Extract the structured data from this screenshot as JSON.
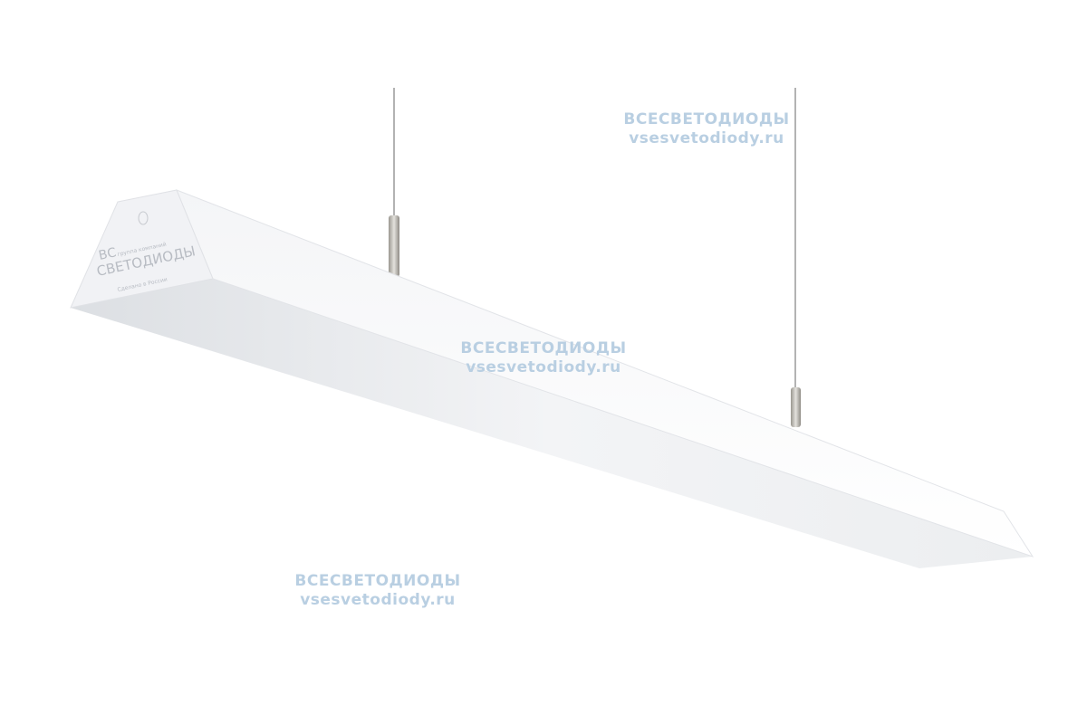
{
  "product": {
    "logo_line1": "ВС",
    "logo_tagline": "группа компаний",
    "logo_line2": "СВЕТОДИОДЫ",
    "logo_sub": "Сделано в России"
  },
  "watermarks": [
    {
      "title": "ВСЕСВЕТОДИОДЫ",
      "url": "vsesvetodiody.ru"
    },
    {
      "title": "ВСЕСВЕТОДИОДЫ",
      "url": "vsesvetodiody.ru"
    },
    {
      "title": "ВСЕСВЕТОДИОДЫ",
      "url": "vsesvetodiody.ru"
    }
  ]
}
